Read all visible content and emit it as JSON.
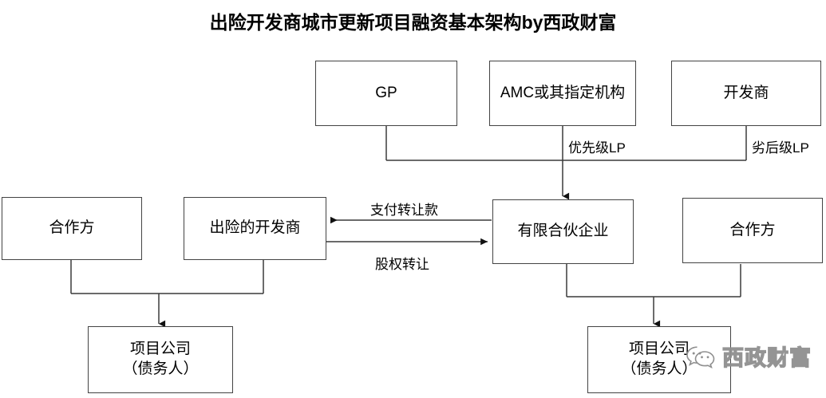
{
  "diagram": {
    "title": "出险开发商城市更新项目融资基本架构by西政财富",
    "nodes": {
      "gp": "GP",
      "amc": "AMC或其指定机构",
      "developer": "开发商",
      "partner_left": "合作方",
      "distressed_developer": "出险的开发商",
      "limited_partnership": "有限合伙企业",
      "partner_right": "合作方",
      "project_company_left": "项目公司\n（债务人）",
      "project_company_right": "项目公司\n（债务人）"
    },
    "edge_labels": {
      "senior_lp": "优先级LP",
      "subordinate_lp": "劣后级LP",
      "payment_transfer": "支付转让款",
      "equity_transfer": "股权转让"
    },
    "watermark": {
      "text": "西政财富",
      "icon": "wechat-icon"
    },
    "colors": {
      "border": "#434343",
      "line": "#3a3a3a",
      "text": "#000000",
      "background": "#ffffff",
      "watermark": "#8f8f8f"
    }
  }
}
